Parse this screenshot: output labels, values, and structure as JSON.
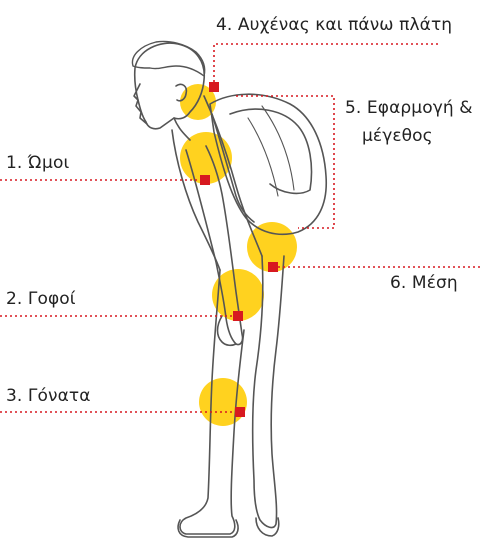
{
  "colors": {
    "highlight": "#FFD21F",
    "marker": "#D71920",
    "leader_line": "#D71920",
    "outline": "#555555",
    "text": "#222222"
  },
  "labels": {
    "neck": "4. Αυχένας και πάνω πλάτη",
    "fit_line1": "5. Εφαρμογή &",
    "fit_line2": "μέγεθος",
    "shoulders": "1. Ώμοι",
    "waist": "6. Μέση",
    "hips": "2. Γοφοί",
    "knees": "3. Γόνατα"
  },
  "figure": {
    "subject": "person-bending-forward-wearing-backpack",
    "highlight_areas": [
      "neck-upper-back",
      "shoulder",
      "lower-back",
      "hip",
      "knee"
    ]
  }
}
